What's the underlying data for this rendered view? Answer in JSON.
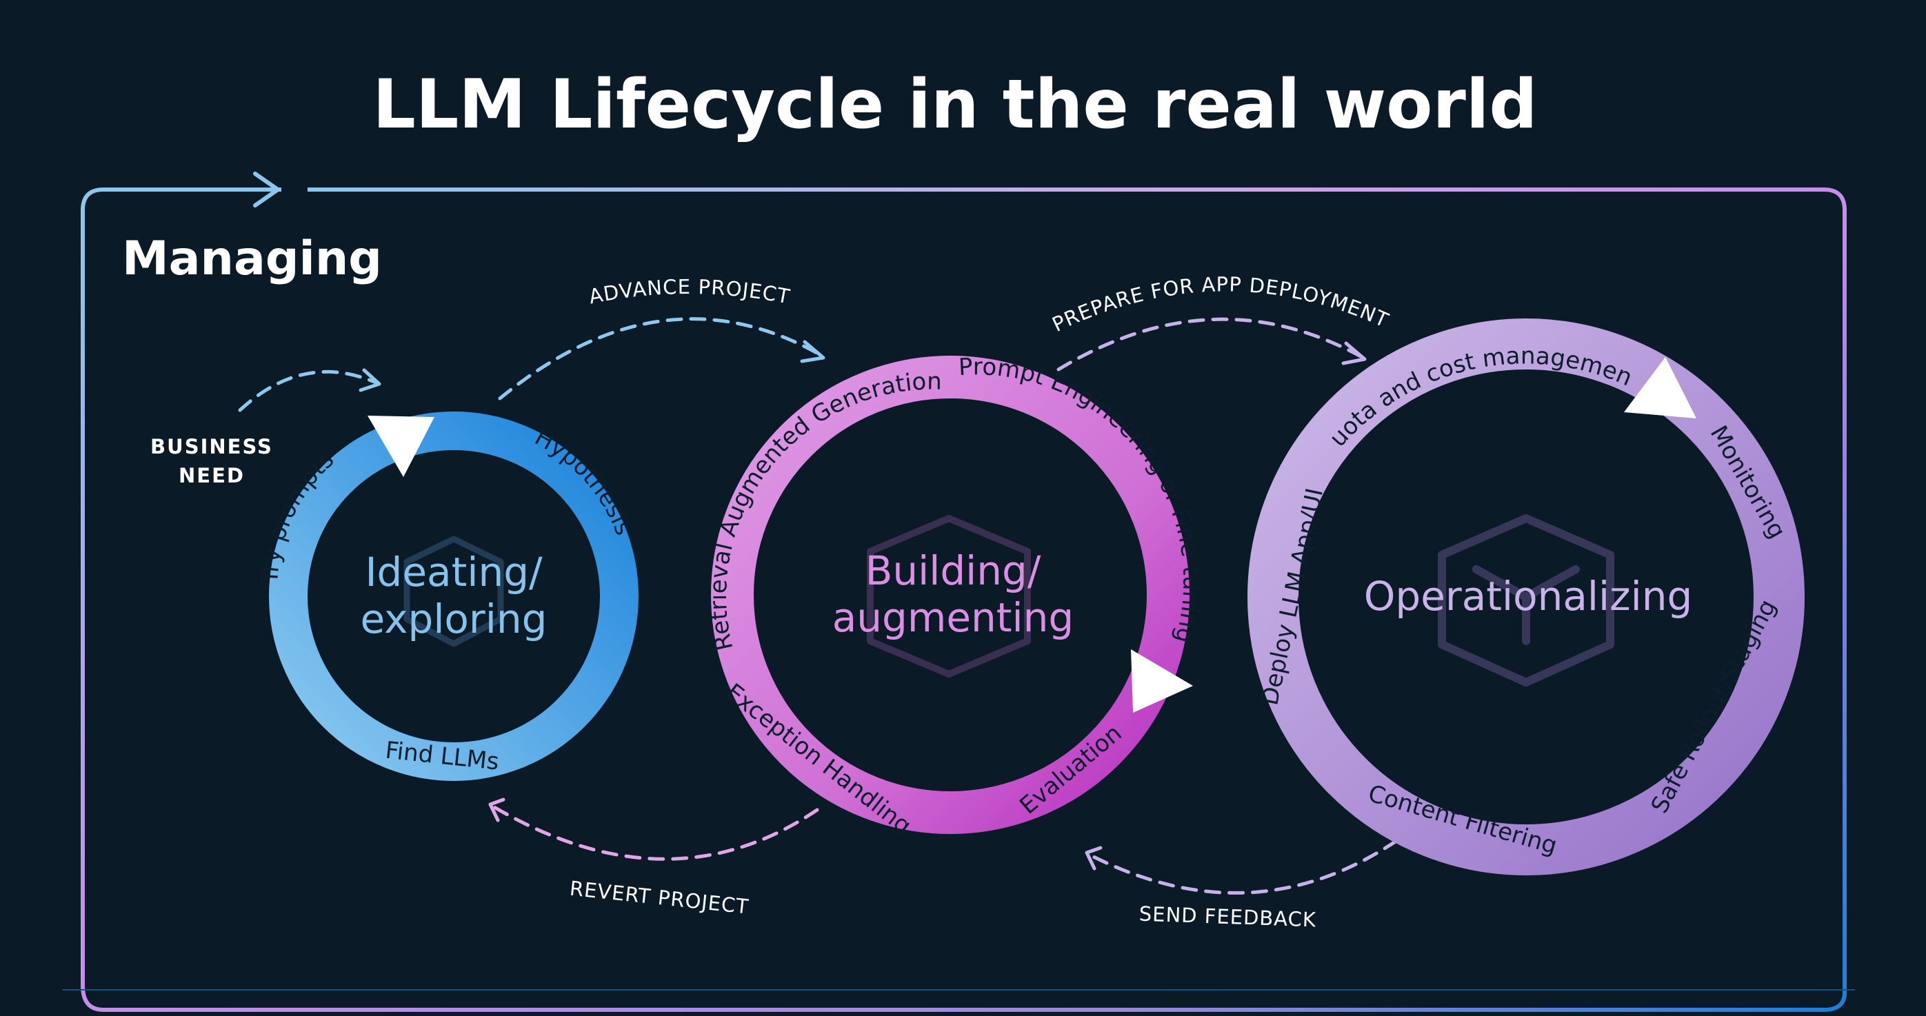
{
  "title": "LLM Lifecycle in the real world",
  "managing_label": "Managing",
  "business_need": [
    "BUSINESS",
    "NEED"
  ],
  "stages": [
    {
      "name_lines": [
        "Ideating/",
        "exploring"
      ],
      "color_start": "#7cc0ea",
      "color_end": "#1f86da",
      "text_color": "#86c2ec",
      "ring_labels": [
        "Try prompts",
        "Hypothesis",
        "Find LLMs"
      ]
    },
    {
      "name_lines": [
        "Building/",
        "augmenting"
      ],
      "color_start": "#d68be0",
      "color_end": "#c13cc4",
      "text_color": "#dc8fe2",
      "ring_labels": [
        "Retrieval Augmented Generation",
        "Prompt Engineering or Fine-tuning",
        "Evaluation",
        "Exception Handling"
      ]
    },
    {
      "name_lines": [
        "Operationalizing"
      ],
      "color_start": "#c4ace2",
      "color_end": "#9b78cc",
      "text_color": "#c9b3e9",
      "ring_labels": [
        "Quota and cost management",
        "Monitoring",
        "Safe Rollout/Staging",
        "Content Filtering",
        "Deploy LLM App/UI"
      ]
    }
  ],
  "flows": {
    "advance": "ADVANCE PROJECT",
    "prepare": "PREPARE FOR APP DEPLOYMENT",
    "revert": "REVERT PROJECT",
    "feedback": "SEND FEEDBACK"
  },
  "colors": {
    "background": "#0a1b27",
    "frame_blue": "#8cc6ec",
    "frame_purple": "#c58ee8",
    "frame_right_blue": "#1e7fd6",
    "arrow_blue": "#8fc8ef",
    "arrow_pink": "#e1a6e6",
    "arrow_lavender": "#c6b2ea"
  },
  "icons": [
    "hexagon-icon",
    "hexagon-icon",
    "cube-icon"
  ]
}
